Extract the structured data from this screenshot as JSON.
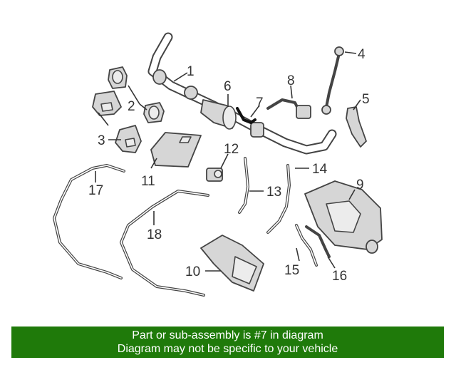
{
  "callouts": [
    "1",
    "2",
    "3",
    "4",
    "5",
    "6",
    "7",
    "8",
    "9",
    "10",
    "11",
    "12",
    "13",
    "14",
    "15",
    "16",
    "17",
    "18"
  ],
  "notice": {
    "line1": "Part or sub-assembly is #7 in diagram",
    "line2": "Diagram may not be specific to your vehicle"
  },
  "colors": {
    "notice_bg": "#1f7a0a",
    "notice_text": "#ffffff",
    "line_art": "#444444"
  }
}
